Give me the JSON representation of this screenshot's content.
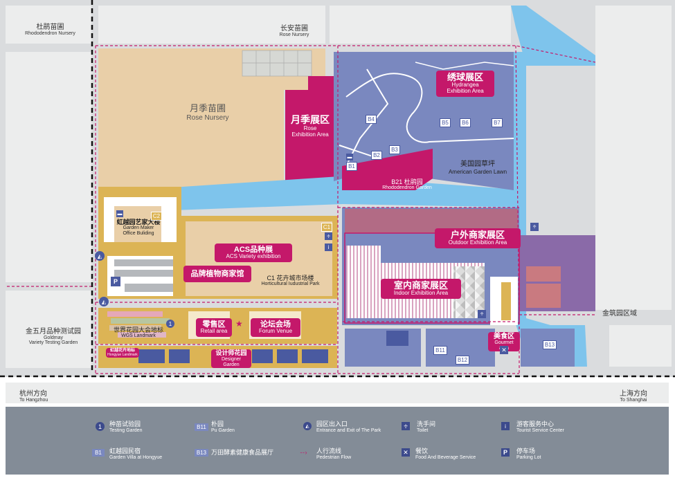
{
  "colors": {
    "water": "#7ec4ec",
    "purple": "#7a88bf",
    "pink": "#c4186a",
    "sand": "#e9cfa8",
    "gold": "#dcb455",
    "road": "#dadcde",
    "legend_bg": "#838c97"
  },
  "roads": {
    "top_left": {
      "cn": "杜鹃苗圃",
      "en": "Rhododendron Nursery"
    },
    "top_mid": {
      "cn": "长安苗圃",
      "en": "Rose Nursery"
    },
    "left_bottom": {
      "cn": "金五月品种测试园",
      "en1": "Goldmay",
      "en2": "Variety Testing Garden"
    },
    "right_mid": {
      "cn": "金筑园区域"
    },
    "hangzhou": {
      "cn": "杭州方向",
      "en": "To Hangzhou"
    },
    "shanghai": {
      "cn": "上海方向",
      "en": "To Shanghai"
    }
  },
  "areas": {
    "rose_nursery": {
      "cn": "月季苗圃",
      "en": "Rose Nursery"
    },
    "rose_exhibition": {
      "cn": "月季展区",
      "en1": "Rose",
      "en2": "Exhibition Area"
    },
    "hydrangea": {
      "cn": "绣球展区",
      "en1": "Hydrangea",
      "en2": "Exhibition Area"
    },
    "american_lawn": {
      "cn": "美国园草坪",
      "en": "American Garden Lawn"
    },
    "rhododendron_garden": {
      "cn": "B21 杜鹃园",
      "en": "Rhododendron Garden"
    },
    "garden_maker": {
      "cn": "虹越园艺家大楼",
      "en1": "Garden Maker",
      "en2": "Office Buliding"
    },
    "acs": {
      "cn": "ACS品种展",
      "en": "ACS Variety exhibition"
    },
    "plant_merchant": {
      "cn": "品牌植物商家馆"
    },
    "horticultural_park": {
      "cn": "C1 花卉城市场楼",
      "en": "Horticultural Iudustrial Park"
    },
    "outdoor": {
      "cn": "户外商家展区",
      "en": "Outdoor Exhibition Area"
    },
    "indoor": {
      "cn": "室内商家展区",
      "en": "Indoor Exhibition Area"
    },
    "retail": {
      "cn": "零售区",
      "en": "Retail area"
    },
    "forum": {
      "cn": "论坛会场",
      "en": "Forum Venue"
    },
    "wgs": {
      "cn": "世界花园大会地标",
      "en": "WGS Landmark"
    },
    "hongyue_landmark": {
      "cn": "虹越花卉地标",
      "en": "Hongyue Landmark"
    },
    "designer": {
      "cn": "设计师花园",
      "en": "Designer Garden"
    },
    "gourmet": {
      "cn": "美食区",
      "en": "Gourmet area"
    }
  },
  "buildings": [
    "B1",
    "B2",
    "B3",
    "B4",
    "B5",
    "B6",
    "B7",
    "B11",
    "B12",
    "B13",
    "C1",
    "C2"
  ],
  "legend": [
    {
      "icon": "1",
      "cn": "种苗试验园",
      "en": "Testing Garden"
    },
    {
      "icon": "B11",
      "cn": "朴园",
      "en": "Pu Garden"
    },
    {
      "icon": "entrance",
      "cn": "园区出入口",
      "en": "Entrance and Exit of The Park"
    },
    {
      "icon": "toilet",
      "cn": "洗手间",
      "en": "Toilet"
    },
    {
      "icon": "info",
      "cn": "游客服务中心",
      "en": "Tourist Service Center"
    },
    {
      "icon": "B1",
      "cn": "虹越园民宿",
      "en": "Garden Villa at Hongyue"
    },
    {
      "icon": "B13",
      "cn": "万田酵素健康食品展厅",
      "en": ""
    },
    {
      "icon": "flow",
      "cn": "人行流线",
      "en": "Pedestrian Flow"
    },
    {
      "icon": "food",
      "cn": "餐饮",
      "en": "Food And Beverage Service"
    },
    {
      "icon": "P",
      "cn": "停车场",
      "en": "Parking Lot"
    }
  ]
}
